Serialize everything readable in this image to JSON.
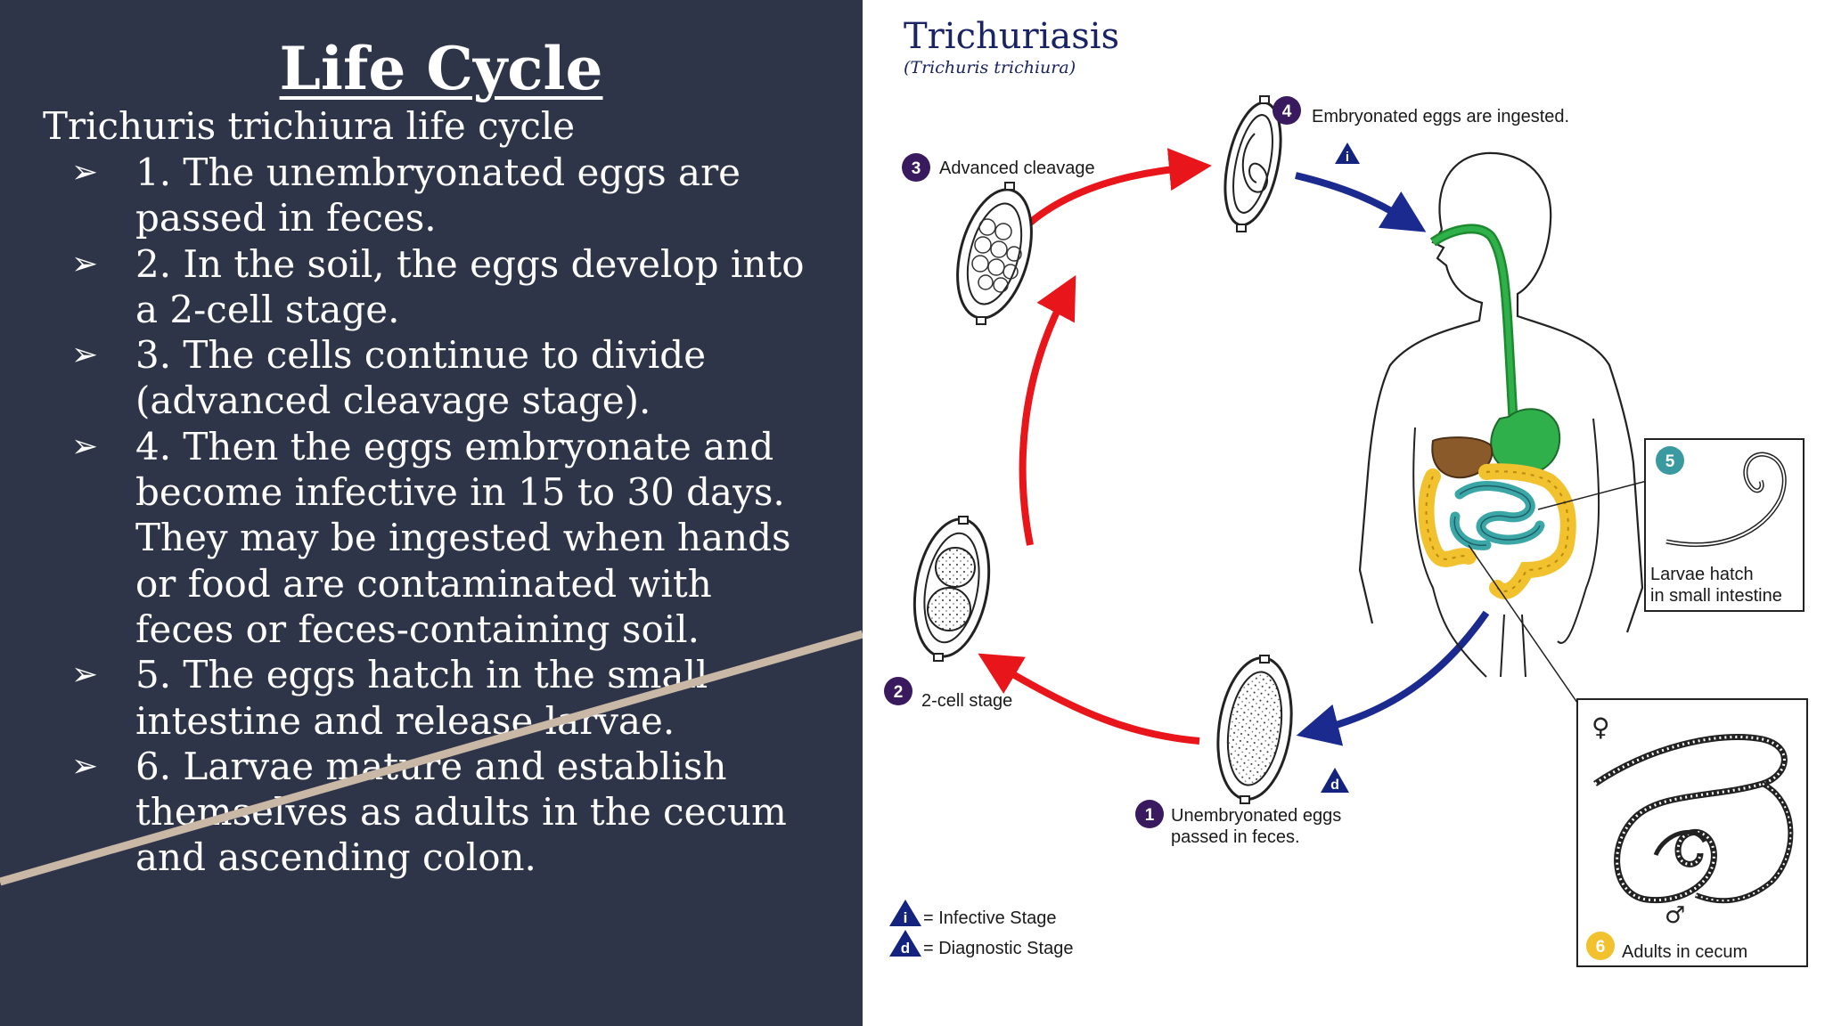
{
  "slide": {
    "title": "Life Cycle",
    "subtitle": "Trichuris trichiura life cycle",
    "bullet_symbol": "➢",
    "steps": [
      "1. The unembryonated eggs are passed in feces.",
      "2. In the soil, the eggs develop into a 2-cell stage.",
      "3. The cells continue to divide (advanced cleavage stage).",
      "4. Then the eggs embryonate and become infective in 15 to 30 days. They may be ingested when hands or food are contaminated with feces or feces-containing soil.",
      "5. The eggs hatch in the small intestine and release larvae.",
      "6. Larvae mature and establish themselves as adults in the cecum and ascending colon."
    ]
  },
  "diagram": {
    "title": "Trichuriasis",
    "subtitle": "(Trichuris trichiura)",
    "stages": [
      {
        "num": "1",
        "label_line1": "Unembryonated eggs",
        "label_line2": "passed in feces."
      },
      {
        "num": "2",
        "label_line1": "2-cell stage"
      },
      {
        "num": "3",
        "label_line1": "Advanced cleavage"
      },
      {
        "num": "4",
        "label_line1": "Embryonated eggs are ingested."
      },
      {
        "num": "5",
        "label_line1": "Larvae hatch",
        "label_line2": "in small intestine"
      },
      {
        "num": "6",
        "label_line1": "Adults in cecum"
      }
    ],
    "female_symbol": "♀",
    "male_symbol": "♂",
    "legend": [
      {
        "letter": "i",
        "label": "= Infective Stage"
      },
      {
        "letter": "d",
        "label": "= Diagnostic Stage"
      }
    ],
    "colors": {
      "panel_bg": "#2f3548",
      "accent_line": "#c9b8a6",
      "human_arrow": "#1a2a8f",
      "env_arrow": "#e8151b",
      "stage_badge": "#3a1a5e",
      "stage5_badge": "#3a9aa0",
      "stage6_badge": "#f2c12e",
      "legend_triangle": "#14237d"
    }
  }
}
